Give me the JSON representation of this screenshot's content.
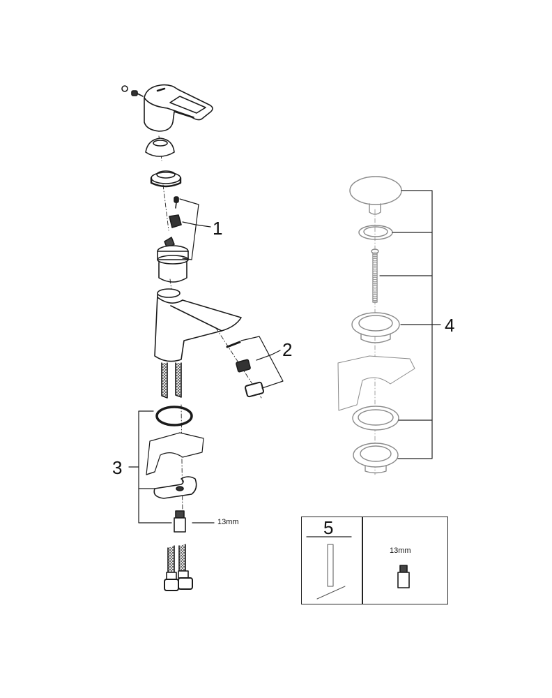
{
  "diagram": {
    "type": "exploded-parts-view",
    "subject": "single-lever basin mixer with pop-up waste",
    "colors": {
      "line": "#1a1a1a",
      "waste_line": "#8a8a8a",
      "background": "#ffffff"
    },
    "callouts": [
      {
        "id": "1",
        "label": "1",
        "parts": [
          "cartridge-screw",
          "cartridge-adapter",
          "cartridge"
        ]
      },
      {
        "id": "2",
        "label": "2",
        "parts": [
          "aerator-seal",
          "aerator-insert",
          "aerator-housing"
        ]
      },
      {
        "id": "3",
        "label": "3",
        "parts": [
          "o-ring",
          "fixing-bracket",
          "fixing-stud"
        ]
      },
      {
        "id": "4",
        "label": "4",
        "parts": [
          "waste-plug",
          "plug-seal",
          "waste-rod",
          "waste-flange",
          "basin-seal",
          "waste-body"
        ]
      },
      {
        "id": "5",
        "label": "5",
        "parts": [
          "mounting-tool",
          "13mm-socket"
        ]
      }
    ],
    "dimensions": {
      "stud_size": "13mm",
      "socket_size": "13mm"
    }
  }
}
